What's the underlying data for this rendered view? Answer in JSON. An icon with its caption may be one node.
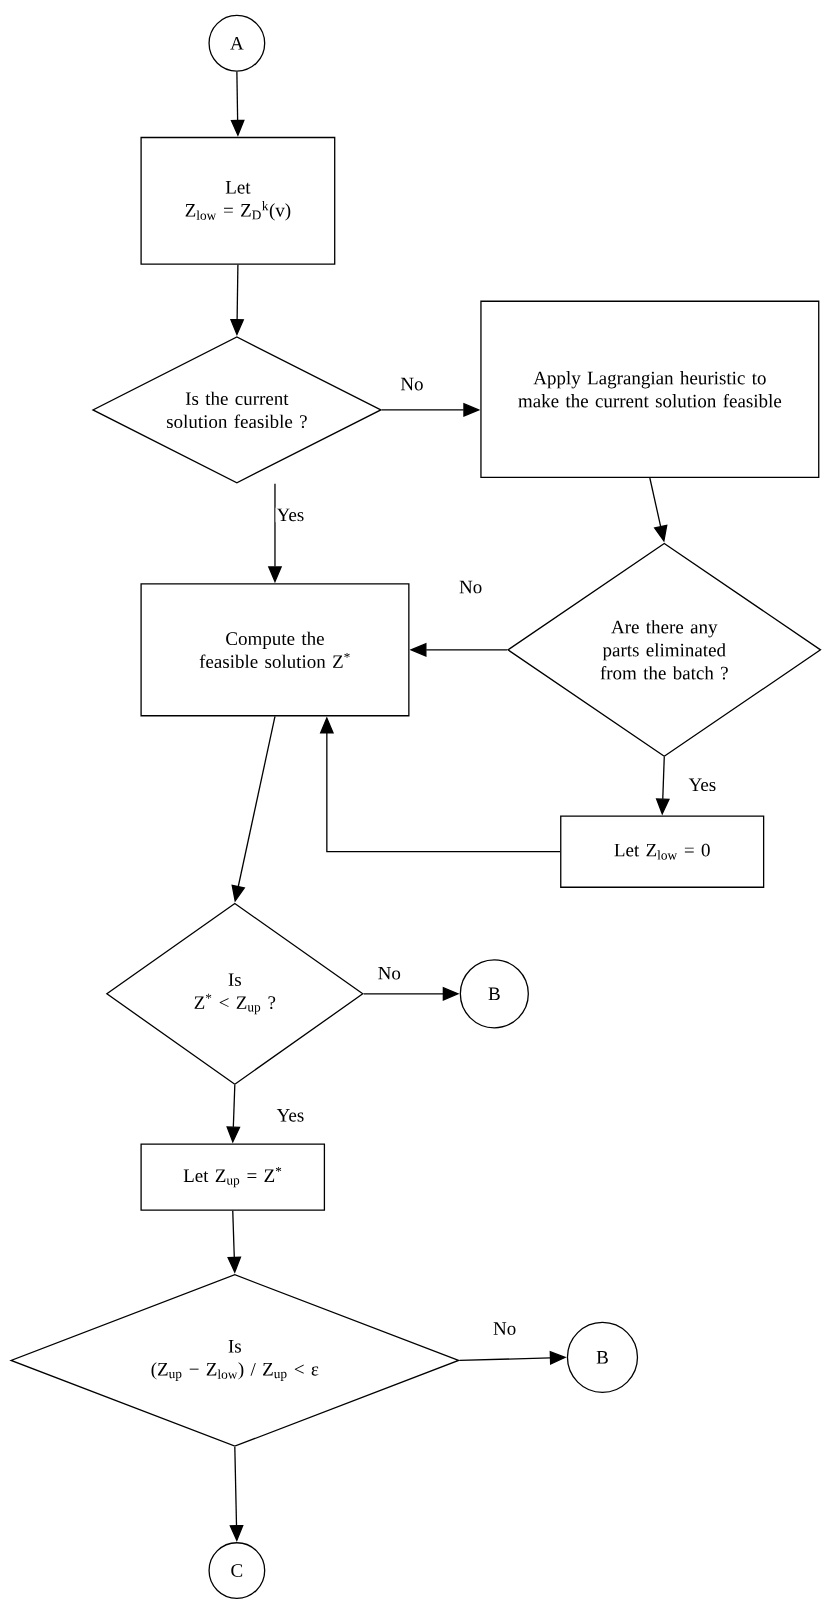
{
  "diagram": {
    "nodes": [
      {
        "text": [
          "A"
        ]
      },
      {
        "text": [
          "Let",
          "Z$_{low}$ = Z$_{D}$$^{k}$(v)"
        ]
      },
      {
        "text": [
          "Is the current solution feasible ?"
        ]
      },
      {
        "text": [
          "Apply Lagrangian heuristic to make the current solution feasible"
        ]
      },
      {
        "text": [
          "Compute the feasible solution Z$^{*}$"
        ]
      },
      {
        "text": [
          "Are there any parts eliminated from the batch ?"
        ]
      },
      {
        "text": [
          "Let Z$_{low}$ = 0"
        ]
      },
      {
        "text": [
          "Is",
          "Z$^{*}$ < Z$_{up}$ ?"
        ]
      },
      {
        "text": [
          "B"
        ]
      },
      {
        "text": [
          "Let Z$_{up}$ = Z$^{*}$"
        ]
      },
      {
        "text": [
          "Is",
          "(Z$_{up}$ − Z$_{low}$) / Z$_{up}$ < ε"
        ]
      },
      {
        "text": [
          "B"
        ]
      },
      {
        "text": [
          "C"
        ]
      }
    ],
    "edges": [
      {
        "from": 0,
        "to": 1,
        "arrow": "to"
      },
      {
        "from": 1,
        "to": 2,
        "arrow": "to"
      },
      {
        "from": 2,
        "to": 3,
        "arrow": "to",
        "label": "No"
      },
      {
        "from": 2,
        "to": 4,
        "arrow": "to",
        "label": "Yes"
      },
      {
        "from": 3,
        "to": 5,
        "arrow": "to"
      },
      {
        "from": 5,
        "to": 4,
        "arrow": "to",
        "label": "No"
      },
      {
        "from": 5,
        "to": 6,
        "arrow": "to",
        "label": "Yes"
      },
      {
        "from": 6,
        "to": 4,
        "arrow": "to"
      },
      {
        "from": 4,
        "to": 7,
        "arrow": "to"
      },
      {
        "from": 7,
        "to": 8,
        "arrow": "to",
        "label": "No"
      },
      {
        "from": 7,
        "to": 9,
        "arrow": "to",
        "label": "Yes"
      },
      {
        "from": 9,
        "to": 10,
        "arrow": "to"
      },
      {
        "from": 10,
        "to": 11,
        "arrow": "to",
        "label": "No"
      },
      {
        "from": 10,
        "to": 12,
        "arrow": "to"
      }
    ]
  }
}
